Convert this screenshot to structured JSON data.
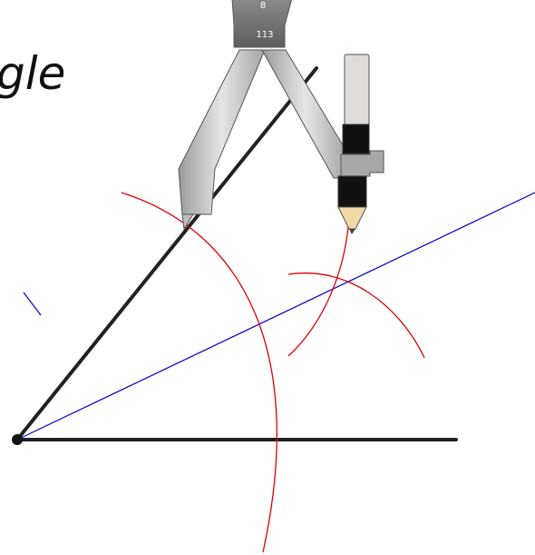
{
  "title_fragment": "gle",
  "compass": {
    "readout": "113",
    "top_mark": "8"
  },
  "colors": {
    "angle_lines": "#222222",
    "bisector": "#0000cc",
    "arcs": "#e00000",
    "compass_body": "#8a8a8a",
    "compass_head": "#6e6e6e",
    "pencil_tip": "#f2d9a8"
  },
  "construction": "angle-bisector-with-compass"
}
